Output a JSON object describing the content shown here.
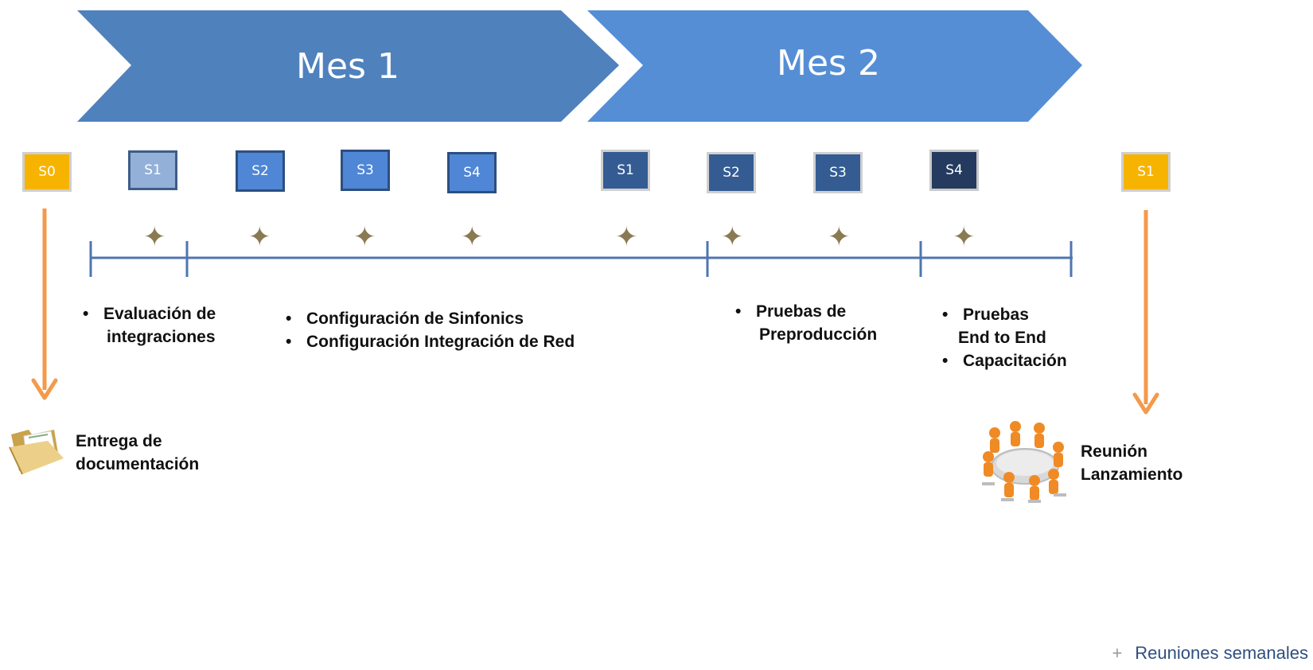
{
  "months": [
    {
      "label": "Mes 1",
      "color": "#4f81bd"
    },
    {
      "label": "Mes 2",
      "color": "#558ed5"
    }
  ],
  "weeks": [
    {
      "label": "S0",
      "style": "gold"
    },
    {
      "label": "S1",
      "style": "light"
    },
    {
      "label": "S2",
      "style": "mid"
    },
    {
      "label": "S3",
      "style": "mid"
    },
    {
      "label": "S4",
      "style": "mid"
    },
    {
      "label": "S1",
      "style": "dark"
    },
    {
      "label": "S2",
      "style": "dark"
    },
    {
      "label": "S3",
      "style": "dark"
    },
    {
      "label": "S4",
      "style": "darker"
    },
    {
      "label": "S1",
      "style": "gold"
    }
  ],
  "tasks": {
    "evaluacion": [
      "Evaluación de",
      "integraciones"
    ],
    "config1": "Configuración de Sinfonics",
    "config2": "Configuración Integración de Red",
    "pruebas_pre": [
      "Pruebas de",
      "Preproducción"
    ],
    "pruebas_e2e": [
      "Pruebas",
      "End to End"
    ],
    "capacitacion": "Capacitación"
  },
  "milestones": {
    "start": [
      "Entrega de",
      "documentación"
    ],
    "end": [
      "Reunión",
      "Lanzamiento"
    ]
  },
  "legend": {
    "marker": "+",
    "label": "Reuniones semanales"
  },
  "colors": {
    "timeline": "#4f75b0",
    "arrow": "#f39a4b",
    "star": "#8a7a52"
  }
}
